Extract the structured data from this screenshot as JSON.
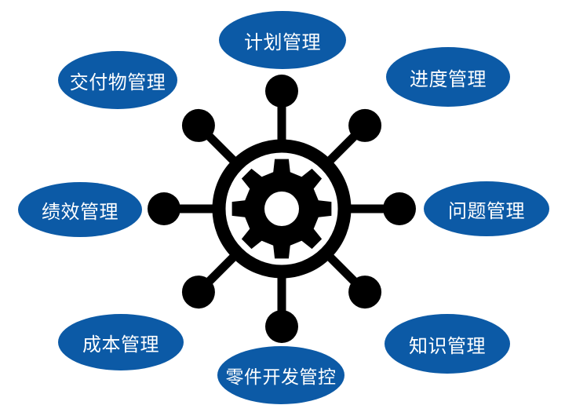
{
  "diagram": {
    "center_icon": "helm-gear-icon",
    "fill_color": "#0c5aa6",
    "icon_color": "#000000",
    "text_color": "#ffffff",
    "nodes": [
      {
        "id": "plan",
        "label": "计划管理"
      },
      {
        "id": "progress",
        "label": "进度管理"
      },
      {
        "id": "issues",
        "label": "问题管理"
      },
      {
        "id": "knowledge",
        "label": "知识管理"
      },
      {
        "id": "parts",
        "label": "零件开发管控"
      },
      {
        "id": "cost",
        "label": "成本管理"
      },
      {
        "id": "kpi",
        "label": "绩效管理"
      },
      {
        "id": "deliv",
        "label": "交付物管理"
      }
    ]
  }
}
